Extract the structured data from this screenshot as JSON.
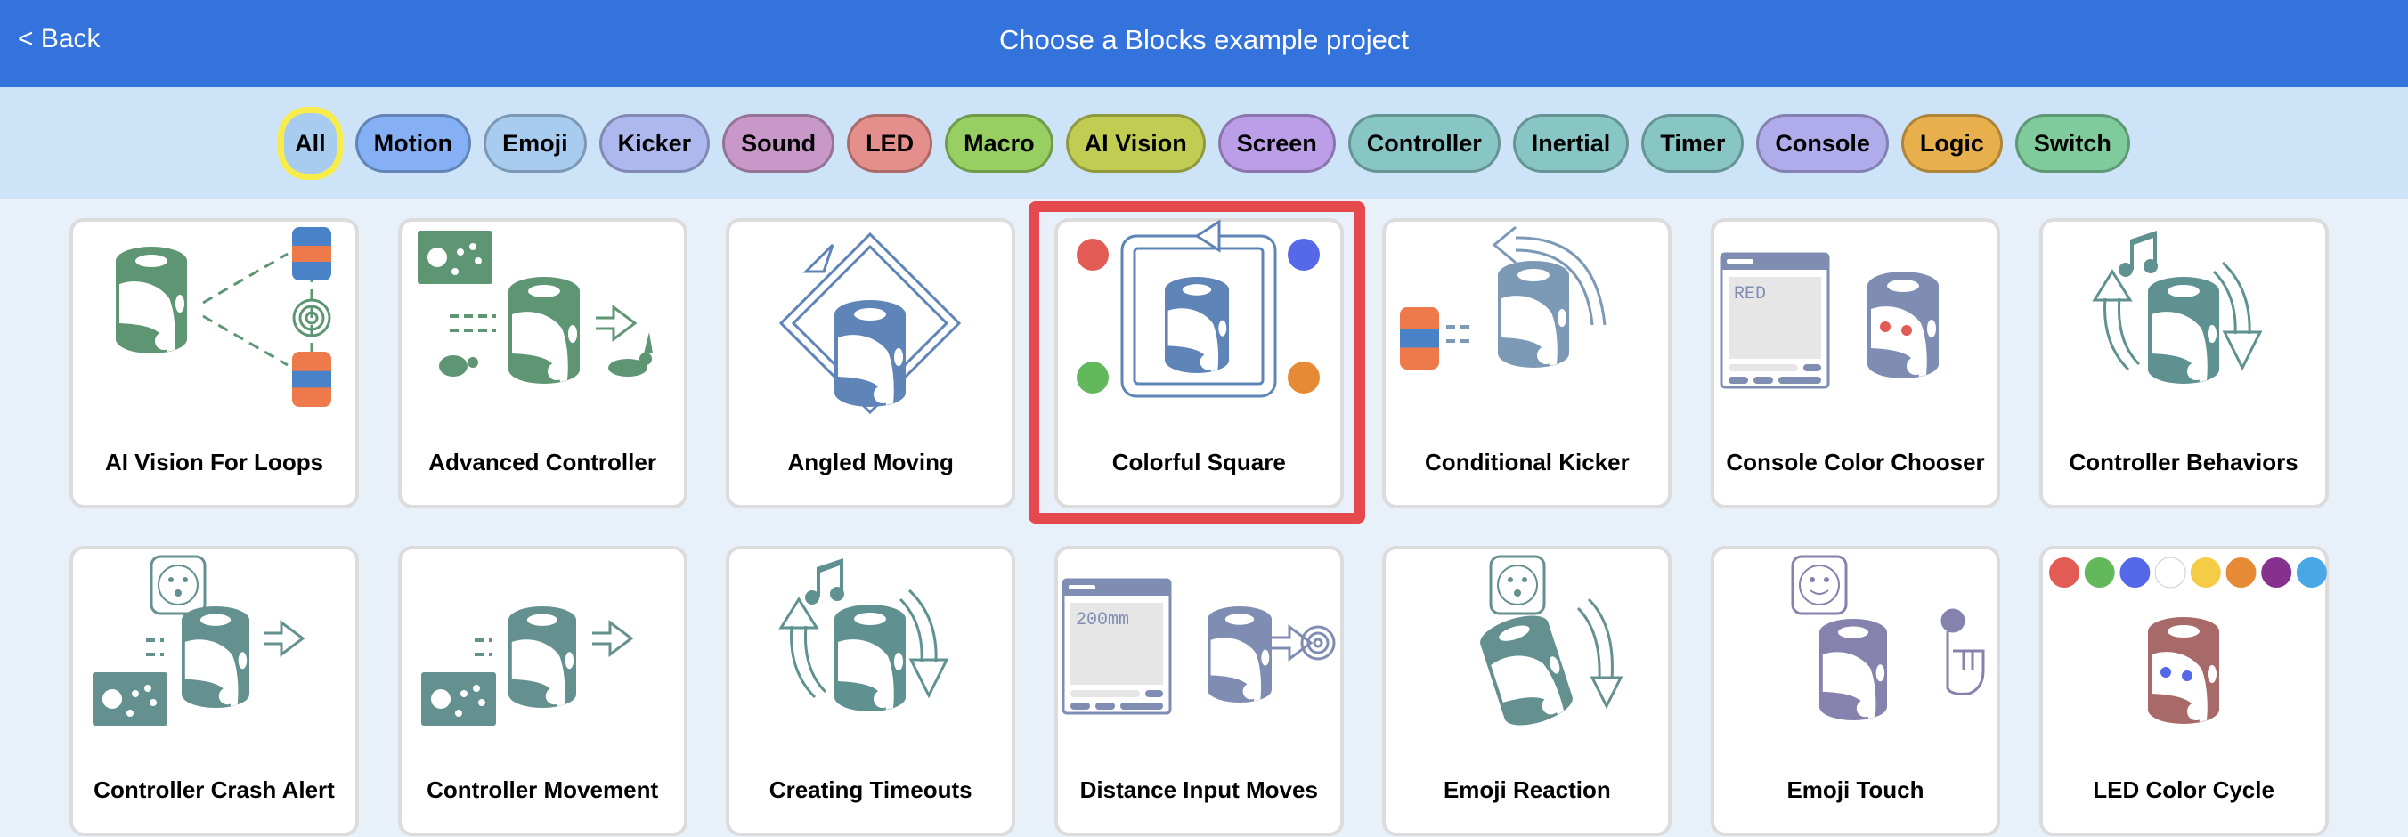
{
  "header": {
    "back_label": "< Back",
    "title": "Choose a Blocks example project"
  },
  "filters": [
    {
      "label": "All",
      "color": "#a8ccf0",
      "selected": true
    },
    {
      "label": "Motion",
      "color": "#85b0f5"
    },
    {
      "label": "Emoji",
      "color": "#a8cbf0"
    },
    {
      "label": "Kicker",
      "color": "#adb8ef"
    },
    {
      "label": "Sound",
      "color": "#c898c8"
    },
    {
      "label": "LED",
      "color": "#e48f8c"
    },
    {
      "label": "Macro",
      "color": "#97cf63"
    },
    {
      "label": "AI Vision",
      "color": "#c0cd52"
    },
    {
      "label": "Screen",
      "color": "#bb9de8"
    },
    {
      "label": "Controller",
      "color": "#88c6c6"
    },
    {
      "label": "Inertial",
      "color": "#88c6c6"
    },
    {
      "label": "Timer",
      "color": "#88c6c6"
    },
    {
      "label": "Console",
      "color": "#b0aceb"
    },
    {
      "label": "Logic",
      "color": "#e8b04c"
    },
    {
      "label": "Switch",
      "color": "#7fcb9c"
    }
  ],
  "cards": [
    {
      "title": "AI Vision For Loops",
      "art": "ai-vision",
      "color": "#5e9573"
    },
    {
      "title": "Advanced Controller",
      "art": "advanced-controller",
      "color": "#5e9573"
    },
    {
      "title": "Angled Moving",
      "art": "angled",
      "color": "#5f84b8"
    },
    {
      "title": "Colorful Square",
      "art": "square",
      "color": "#5f84b8",
      "highlighted": true
    },
    {
      "title": "Conditional Kicker",
      "art": "kicker",
      "color": "#7c99b6"
    },
    {
      "title": "Console Color Chooser",
      "art": "console",
      "color": "#7f8db3",
      "screen_text": "RED"
    },
    {
      "title": "Controller Behaviors",
      "art": "behaviors",
      "color": "#5f9191"
    },
    {
      "title": "Controller Crash Alert",
      "art": "crash",
      "color": "#64908f"
    },
    {
      "title": "Controller Movement",
      "art": "movement",
      "color": "#64908f"
    },
    {
      "title": "Creating Timeouts",
      "art": "behaviors",
      "color": "#5f9191"
    },
    {
      "title": "Distance Input Moves",
      "art": "distance",
      "color": "#7f8db3",
      "screen_text": "200mm"
    },
    {
      "title": "Emoji Reaction",
      "art": "emoji-reaction",
      "color": "#64908f"
    },
    {
      "title": "Emoji Touch",
      "art": "emoji-touch",
      "color": "#8582ad"
    },
    {
      "title": "LED Color Cycle",
      "art": "led",
      "color": "#a86a68"
    }
  ],
  "palette": {
    "red": "#e35b55",
    "blue": "#5468e8",
    "green": "#64b85c",
    "orange": "#e68a35",
    "white": "#ffffff",
    "yellow": "#f5cc45",
    "purple": "#87318f",
    "sky": "#4aa7e6",
    "barrel_orange": "#ee7a4c",
    "barrel_blue": "#4a82c8",
    "highlight": "#e5484d"
  }
}
